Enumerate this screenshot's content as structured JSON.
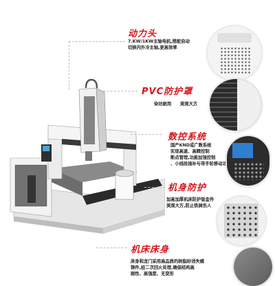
{
  "sections": [
    {
      "title": "动力头",
      "lines": [
        "7.KW/1KW主轴电机,搭配自动",
        "切换内外冷主轴,更高效率"
      ]
    },
    {
      "title": "PVC防护罩",
      "lines": [
        "染坊耐用",
        "美观大方"
      ]
    },
    {
      "title": "数控系统",
      "lines": [
        "国产KND或广数系统",
        "实现高速、高精控制",
        "断点管理,功能加强控制",
        "、小线段插补与带手轮移动功能"
      ]
    },
    {
      "title": "机身防护",
      "lines": [
        "加高加厚机床防护钣金件",
        "美观大方,防止铁屑伤人"
      ]
    },
    {
      "title": "机床床身",
      "lines": [
        "床身和龙门采用高品质的树脂砂消失模",
        "铸件,经二次回火处理,确保结构高",
        "刚性、高强度、无变形"
      ]
    }
  ],
  "icons": [
    "machine-icon",
    "spindle-closeup-icon",
    "pvc-cover-closeup-icon",
    "cnc-panel-closeup-icon",
    "guard-closeup-icon",
    "bed-closeup-icon"
  ]
}
